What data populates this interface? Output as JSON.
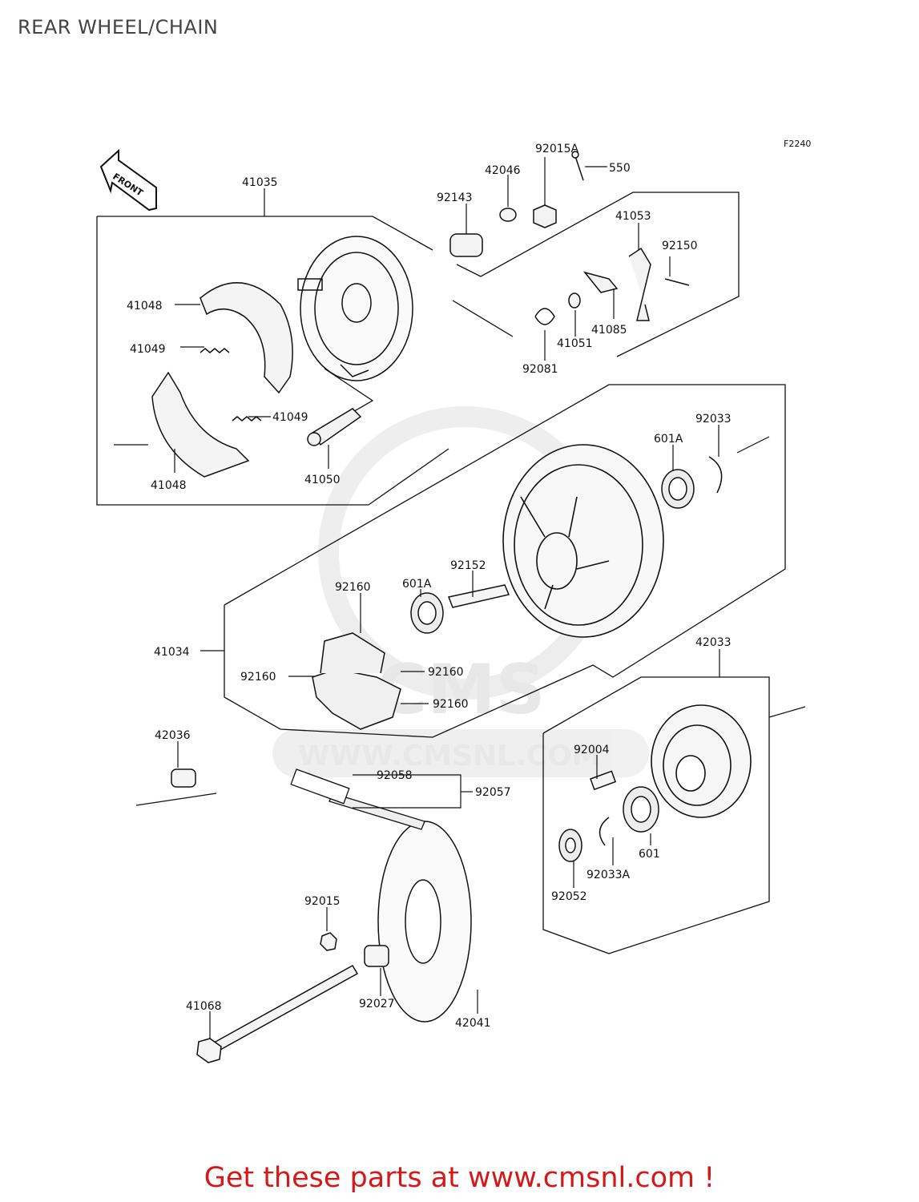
{
  "page": {
    "title": "REAR WHEEL/CHAIN"
  },
  "diagram": {
    "figure_code": "F2240",
    "front_label": "FRONT",
    "watermark": "WWW.CMSNL.COM",
    "watermark_logo": "CMS",
    "parts": {
      "p92015A": "92015A",
      "p550": "550",
      "p42046": "42046",
      "p41035": "41035",
      "p92143": "92143",
      "p41053": "41053",
      "p92150": "92150",
      "p41048a": "41048",
      "p41049a": "41049",
      "p41085": "41085",
      "p41051": "41051",
      "p92081": "92081",
      "p41049b": "41049",
      "p41050": "41050",
      "p41048b": "41048",
      "p92033": "92033",
      "p601Aa": "601A",
      "p92152": "92152",
      "p92160a": "92160",
      "p601Ab": "601A",
      "p41034": "41034",
      "p92160b": "92160",
      "p92160c": "92160",
      "p92160d": "92160",
      "p42033": "42033",
      "p42036": "42036",
      "p92004": "92004",
      "p92058": "92058",
      "p92057": "92057",
      "p601": "601",
      "p92033A": "92033A",
      "p92052": "92052",
      "p92015": "92015",
      "p92027": "92027",
      "p42041": "42041",
      "p41068": "41068"
    }
  },
  "footer": {
    "text": "Get these parts at www.cmsnl.com !"
  }
}
